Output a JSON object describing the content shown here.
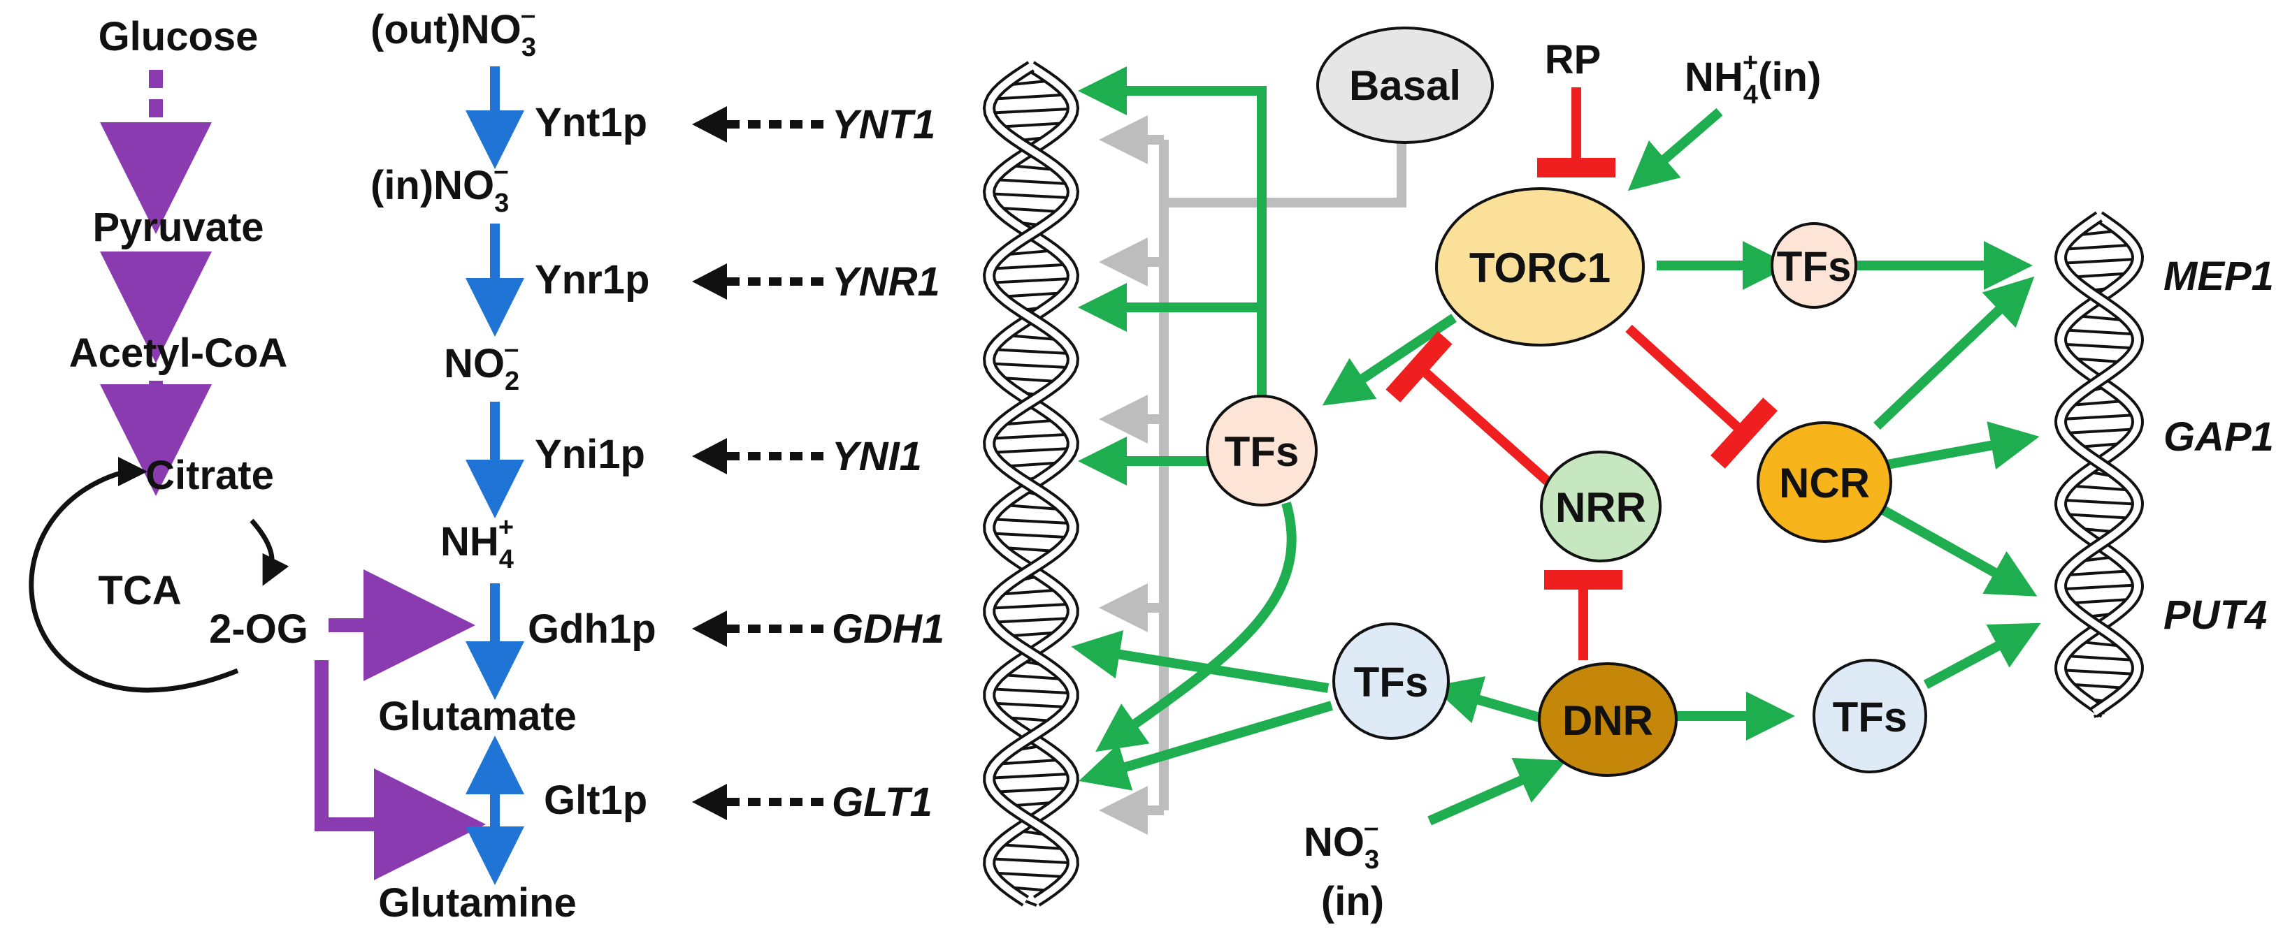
{
  "colors": {
    "metabolism": "#8a3bb0",
    "nitrogen_flow": "#1f74d6",
    "activation": "#1fae4f",
    "inhibition": "#ef1f1f",
    "basal": "#bdbdbd",
    "text": "#111111"
  },
  "metabolism": {
    "glucose": "Glucose",
    "pyruvate": "Pyruvate",
    "acetyl_coa": "Acetyl-CoA",
    "citrate": "Citrate",
    "tca": "TCA",
    "two_og": "2-OG"
  },
  "pathway": {
    "no3_out_prefix": "(out)NO",
    "no3_in_prefix": "(in)NO",
    "no2": "NO",
    "nh4": "NH",
    "glutamate": "Glutamate",
    "glutamine": "Glutamine",
    "sub3": "3",
    "sub2": "2",
    "sub4": "4",
    "minus": "–",
    "plus": "+"
  },
  "proteins": {
    "ynt1p": "Ynt1p",
    "ynr1p": "Ynr1p",
    "yni1p": "Yni1p",
    "gdh1p": "Gdh1p",
    "glt1p": "Glt1p"
  },
  "genes_left": {
    "ynt1": "YNT1",
    "ynr1": "YNR1",
    "yni1": "YNI1",
    "gdh1": "GDH1",
    "glt1": "GLT1"
  },
  "genes_right": {
    "mep1": "MEP1",
    "gap1": "GAP1",
    "put4": "PUT4"
  },
  "nodes": {
    "basal": "Basal",
    "torc1": "TORC1",
    "tfs": "TFs",
    "nrr": "NRR",
    "ncr": "NCR",
    "dnr": "DNR"
  },
  "signals": {
    "rp": "RP",
    "nh4_in_prefix": "NH",
    "nh4_in_suffix": "(in)",
    "no3_in_prefix": "NO",
    "no3_in_suffix": "(in)"
  }
}
